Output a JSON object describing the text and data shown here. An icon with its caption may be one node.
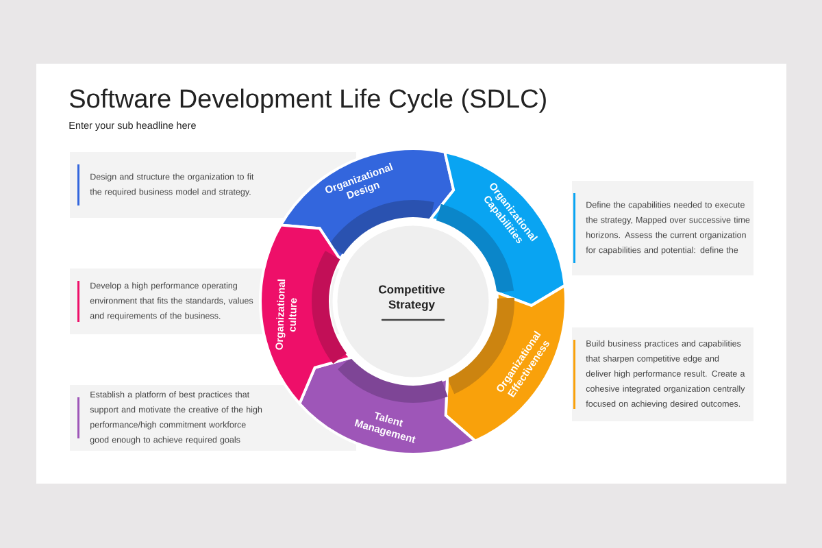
{
  "diagram": {
    "title": "Software Development Life Cycle (SDLC)",
    "nodes": [
      {
        "text": [
          "Organizational Design"
        ]
      },
      {
        "text": [
          "Organizational Capabilities"
        ]
      },
      {
        "text": [
          "Organizational Effectiveness"
        ]
      },
      {
        "text": [
          "Talent Management"
        ]
      },
      {
        "text": [
          "Organizational culture"
        ]
      },
      {
        "text": [
          "Competitive Strategy"
        ]
      },
      {
        "text": [
          "Design and structure the organization to fit the required business model and strategy."
        ]
      },
      {
        "text": [
          "Define the capabilities needed to execute the strategy, Mapped over successive time horizons. Assess the current organization for capabilities and potential: define the"
        ]
      },
      {
        "text": [
          "Build business practices and capabilities that sharpen competitive edge and deliver high performance result. Create a cohesive integrated organization centrally focused on achieving desired outcomes."
        ]
      },
      {
        "text": [
          "Establish a platform of best practices that support and motivate the creative of the high performance/high commitment workforce good enough to achieve required goals"
        ]
      },
      {
        "text": [
          "Develop a high performance operating environment that fits the standards, values and requirements of the business."
        ]
      }
    ],
    "labels": [
      "Enter your sub headline here"
    ]
  }
}
